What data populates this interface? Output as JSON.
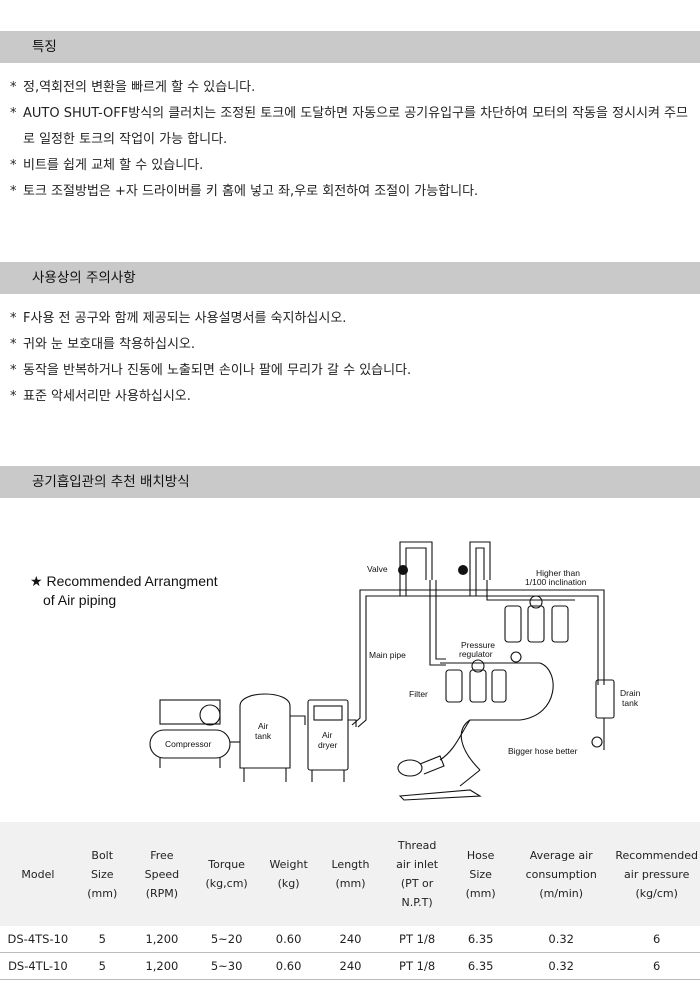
{
  "sections": {
    "features": {
      "title": "특징",
      "items": [
        "정,역회전의 변환을 빠르게 할 수 있습니다.",
        "AUTO SHUT-OFF방식의 클러치는 조정된 토크에 도달하면 자동으로 공기유입구를 차단하여 모터의 작동을 정시시켜 주므로 일정한 토크의 작업이 가능 합니다.",
        "비트를 쉽게 교체 할 수 있습니다.",
        "토크 조절방법은 +자 드라이버를 키 홈에 넣고 좌,우로 회전하여 조절이 가능합니다."
      ]
    },
    "cautions": {
      "title": "사용상의 주의사항",
      "items": [
        "F사용 전 공구와 함께 제공되는 사용설명서를 숙지하십시오.",
        "귀와 눈 보호대를 착용하십시오.",
        "동작을 반복하거나 진동에 노출되면 손이나 팔에 무리가 갈 수 있습니다.",
        "표준 악세서리만 사용하십시오."
      ]
    },
    "piping": {
      "title": "공기흡입관의 추천 배치방식"
    }
  },
  "bullet_symbol": "*",
  "note": {
    "star": "★",
    "line1": "Recommended Arrangment",
    "line2": "of Air piping"
  },
  "diagram_labels": {
    "valve": "Valve",
    "higher1": "Higher than",
    "higher2": "1/100 inclination",
    "main_pipe": "Main pipe",
    "pressure1": "Pressure",
    "pressure2": "regulator",
    "filter": "Filter",
    "drain1": "Drain",
    "drain2": "tank",
    "compressor": "Compressor",
    "air_tank1": "Air",
    "air_tank2": "tank",
    "air_dryer1": "Air",
    "air_dryer2": "dryer",
    "bigger_hose": "Bigger hose better"
  },
  "spec_table": {
    "headers": [
      [
        "Model"
      ],
      [
        "Bolt",
        "Size",
        "(mm)"
      ],
      [
        "Free",
        "Speed",
        "(RPM)"
      ],
      [
        "Torque",
        "(kg,cm)"
      ],
      [
        "Weight",
        "(kg)"
      ],
      [
        "Length",
        "(mm)"
      ],
      [
        "Thread",
        "air inlet",
        "(PT or",
        "N.P.T)"
      ],
      [
        "Hose",
        "Size",
        "(mm)"
      ],
      [
        "Average air",
        "consumption",
        "(m/min)"
      ],
      [
        "Recommended",
        "air pressure",
        "(kg/cm)"
      ]
    ],
    "rows": [
      [
        "DS-4TS-10",
        "5",
        "1,200",
        "5~20",
        "0.60",
        "240",
        "PT 1/8",
        "6.35",
        "0.32",
        "6"
      ],
      [
        "DS-4TL-10",
        "5",
        "1,200",
        "5~30",
        "0.60",
        "240",
        "PT 1/8",
        "6.35",
        "0.32",
        "6"
      ]
    ]
  }
}
